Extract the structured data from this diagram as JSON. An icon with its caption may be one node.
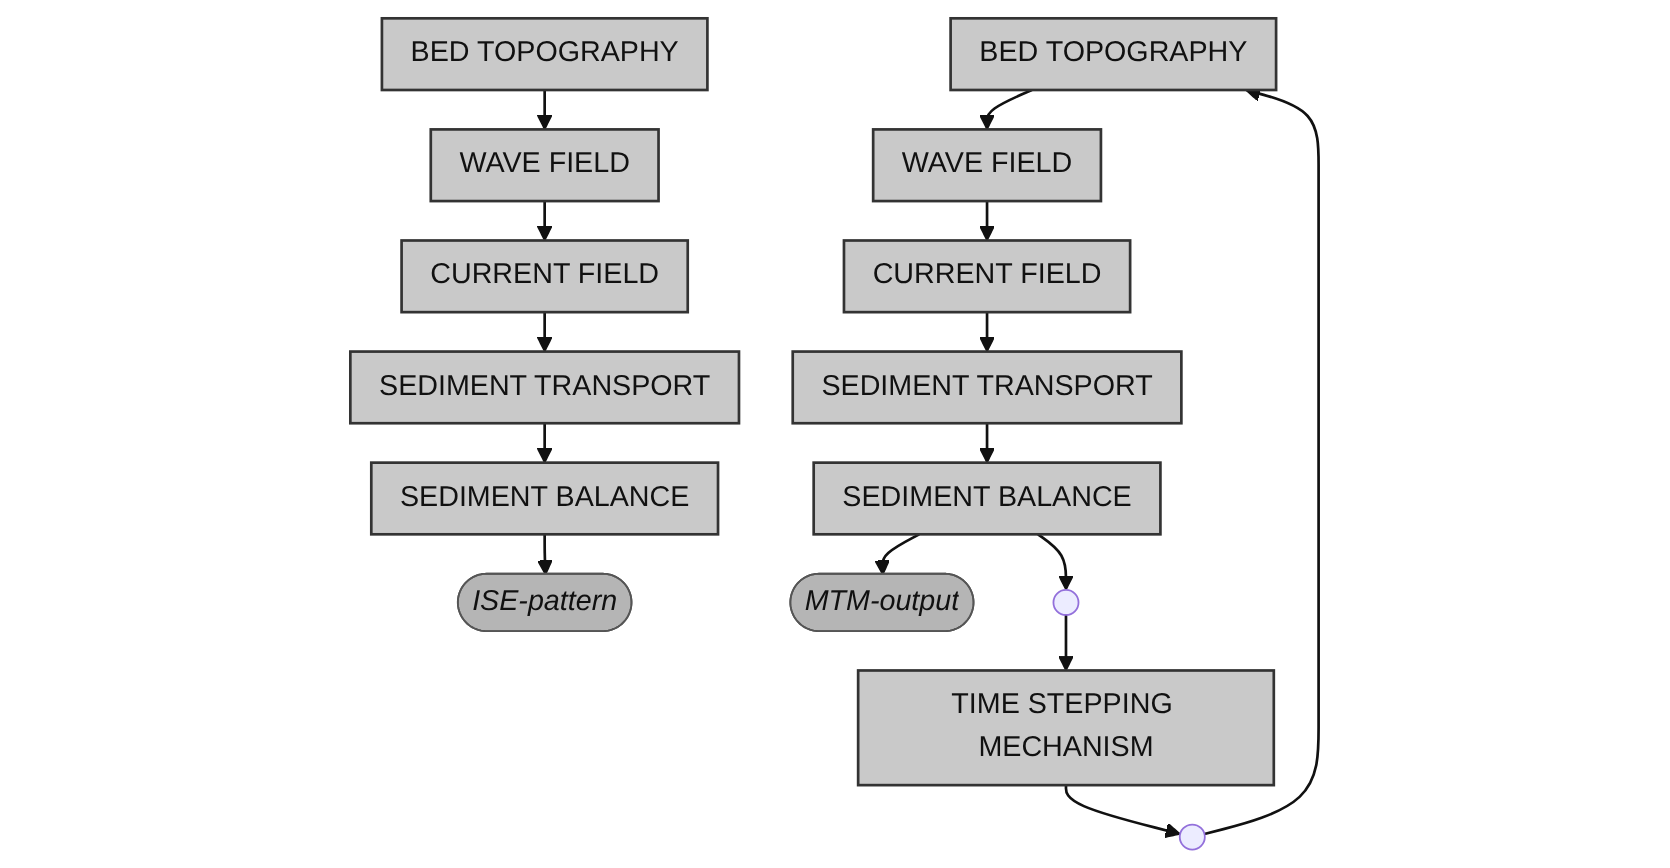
{
  "diagram": {
    "nodes": [
      {
        "text": [
          "BED TOPOGRAPHY"
        ]
      },
      {
        "text": [
          "WAVE FIELD"
        ]
      },
      {
        "text": [
          "CURRENT FIELD"
        ]
      },
      {
        "text": [
          "SEDIMENT TRANSPORT"
        ]
      },
      {
        "text": [
          "SEDIMENT BALANCE"
        ]
      },
      {
        "text": [
          "ISE-pattern"
        ]
      },
      {
        "text": [
          "BED TOPOGRAPHY"
        ]
      },
      {
        "text": [
          "WAVE FIELD"
        ]
      },
      {
        "text": [
          "CURRENT FIELD"
        ]
      },
      {
        "text": [
          "SEDIMENT TRANSPORT"
        ]
      },
      {
        "text": [
          "SEDIMENT BALANCE"
        ]
      },
      {
        "text": [
          "MTM-output"
        ]
      },
      {
        "text": [
          "TIME STEPPING MECHANISM"
        ]
      },
      {
        "text": [],
        "shape": "circle"
      },
      {
        "text": [],
        "shape": "circle"
      }
    ],
    "edges": [
      {
        "from": 0,
        "to": 1,
        "arrow": "to"
      },
      {
        "from": 1,
        "to": 2,
        "arrow": "to"
      },
      {
        "from": 2,
        "to": 3,
        "arrow": "to"
      },
      {
        "from": 3,
        "to": 4,
        "arrow": "to"
      },
      {
        "from": 4,
        "to": 5,
        "arrow": "to"
      },
      {
        "from": 6,
        "to": 7,
        "arrow": "to"
      },
      {
        "from": 7,
        "to": 8,
        "arrow": "to"
      },
      {
        "from": 8,
        "to": 9,
        "arrow": "to"
      },
      {
        "from": 9,
        "to": 10,
        "arrow": "to"
      },
      {
        "from": 10,
        "to": 11,
        "arrow": "to"
      },
      {
        "from": 10,
        "to": 14,
        "arrow": "to"
      },
      {
        "from": 14,
        "to": 12,
        "arrow": "to"
      },
      {
        "from": 12,
        "to": 13,
        "arrow": "to"
      },
      {
        "from": 13,
        "to": 6,
        "arrow": "to"
      }
    ]
  }
}
